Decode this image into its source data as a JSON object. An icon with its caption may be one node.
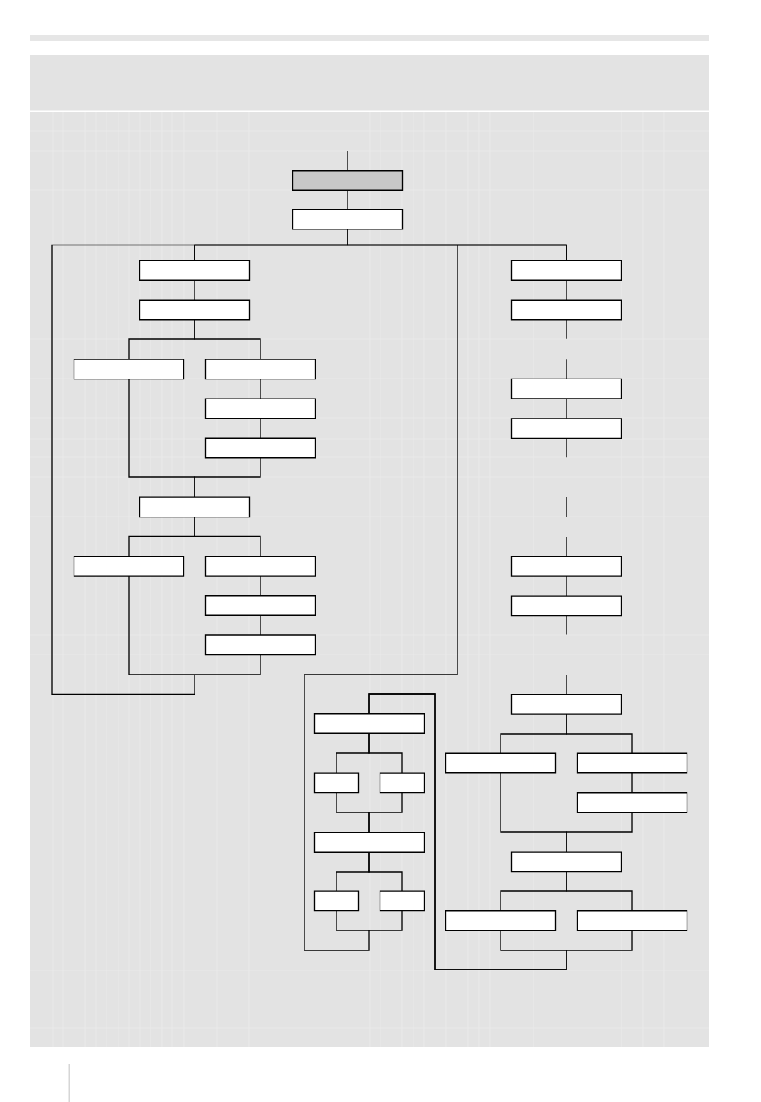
{
  "diagram": {
    "nodes": [
      {
        "text": [],
        "shape": "box"
      },
      {
        "text": [],
        "shape": "box"
      },
      {
        "text": [],
        "shape": "box"
      },
      {
        "text": [],
        "shape": "box"
      },
      {
        "text": [],
        "shape": "box"
      },
      {
        "text": [],
        "shape": "box"
      },
      {
        "text": [],
        "shape": "box"
      },
      {
        "text": [],
        "shape": "box"
      },
      {
        "text": [],
        "shape": "box"
      },
      {
        "text": [],
        "shape": "box"
      },
      {
        "text": [],
        "shape": "box"
      },
      {
        "text": [],
        "shape": "box"
      },
      {
        "text": [],
        "shape": "box"
      },
      {
        "text": [],
        "shape": "box"
      },
      {
        "text": [],
        "shape": "box"
      },
      {
        "text": [],
        "shape": "box"
      },
      {
        "text": [],
        "shape": "box"
      },
      {
        "text": [],
        "shape": "box"
      },
      {
        "text": [],
        "shape": "box"
      },
      {
        "text": [],
        "shape": "box"
      },
      {
        "text": [],
        "shape": "box"
      },
      {
        "text": [],
        "shape": "box"
      },
      {
        "text": [],
        "shape": "box"
      },
      {
        "text": [],
        "shape": "box"
      },
      {
        "text": [],
        "shape": "box"
      },
      {
        "text": [],
        "shape": "box"
      },
      {
        "text": [],
        "shape": "box"
      },
      {
        "text": [],
        "shape": "box"
      },
      {
        "text": [],
        "shape": "box"
      },
      {
        "text": [],
        "shape": "box"
      },
      {
        "text": [],
        "shape": "box"
      },
      {
        "text": [],
        "shape": "box"
      }
    ],
    "edges": [
      {
        "from": null,
        "to": 0,
        "arrow": "none"
      },
      {
        "from": 0,
        "to": 1,
        "arrow": "none"
      },
      {
        "from": 1,
        "to": 2,
        "arrow": "none"
      },
      {
        "from": 1,
        "to": 13,
        "arrow": "none"
      },
      {
        "from": 2,
        "to": 3,
        "arrow": "none"
      },
      {
        "from": 3,
        "to": 4,
        "arrow": "none"
      },
      {
        "from": 3,
        "to": 5,
        "arrow": "none"
      },
      {
        "from": 5,
        "to": 6,
        "arrow": "none"
      },
      {
        "from": 6,
        "to": 7,
        "arrow": "none"
      },
      {
        "from": 4,
        "to": 8,
        "arrow": "none"
      },
      {
        "from": 7,
        "to": 8,
        "arrow": "none"
      },
      {
        "from": 8,
        "to": 9,
        "arrow": "none"
      },
      {
        "from": 8,
        "to": 10,
        "arrow": "none"
      },
      {
        "from": 10,
        "to": 11,
        "arrow": "none"
      },
      {
        "from": 11,
        "to": 12,
        "arrow": "none"
      },
      {
        "from": 9,
        "to": 2,
        "arrow": "none"
      },
      {
        "from": 9,
        "to": 13,
        "arrow": "none"
      },
      {
        "from": 12,
        "to": 2,
        "arrow": "none"
      },
      {
        "from": 12,
        "to": 13,
        "arrow": "none"
      },
      {
        "from": 13,
        "to": 14,
        "arrow": "none"
      },
      {
        "from": 14,
        "to": 15,
        "arrow": "none",
        "style": "dashed"
      },
      {
        "from": 15,
        "to": 16,
        "arrow": "none"
      },
      {
        "from": 16,
        "to": 17,
        "arrow": "none",
        "style": "dashed"
      },
      {
        "from": 17,
        "to": 18,
        "arrow": "none"
      },
      {
        "from": 18,
        "to": 19,
        "arrow": "none",
        "style": "dashed"
      },
      {
        "from": 19,
        "to": 20,
        "arrow": "none"
      },
      {
        "from": 19,
        "to": 21,
        "arrow": "none"
      },
      {
        "from": 21,
        "to": 22,
        "arrow": "none"
      },
      {
        "from": 20,
        "to": 23,
        "arrow": "none"
      },
      {
        "from": 22,
        "to": 23,
        "arrow": "none"
      },
      {
        "from": 23,
        "to": 24,
        "arrow": "none"
      },
      {
        "from": 23,
        "to": 25,
        "arrow": "none"
      },
      {
        "from": 24,
        "to": 26,
        "arrow": "none"
      },
      {
        "from": 25,
        "to": 26,
        "arrow": "none"
      },
      {
        "from": 26,
        "to": 27,
        "arrow": "none"
      },
      {
        "from": 26,
        "to": 28,
        "arrow": "none"
      },
      {
        "from": 27,
        "to": 29,
        "arrow": "none"
      },
      {
        "from": 28,
        "to": 29,
        "arrow": "none"
      },
      {
        "from": 29,
        "to": 30,
        "arrow": "none"
      },
      {
        "from": 29,
        "to": 31,
        "arrow": "none"
      },
      {
        "from": 30,
        "to": 2,
        "arrow": "none"
      },
      {
        "from": 30,
        "to": 13,
        "arrow": "none"
      },
      {
        "from": 31,
        "to": 2,
        "arrow": "none"
      },
      {
        "from": 31,
        "to": 13,
        "arrow": "none"
      }
    ]
  }
}
